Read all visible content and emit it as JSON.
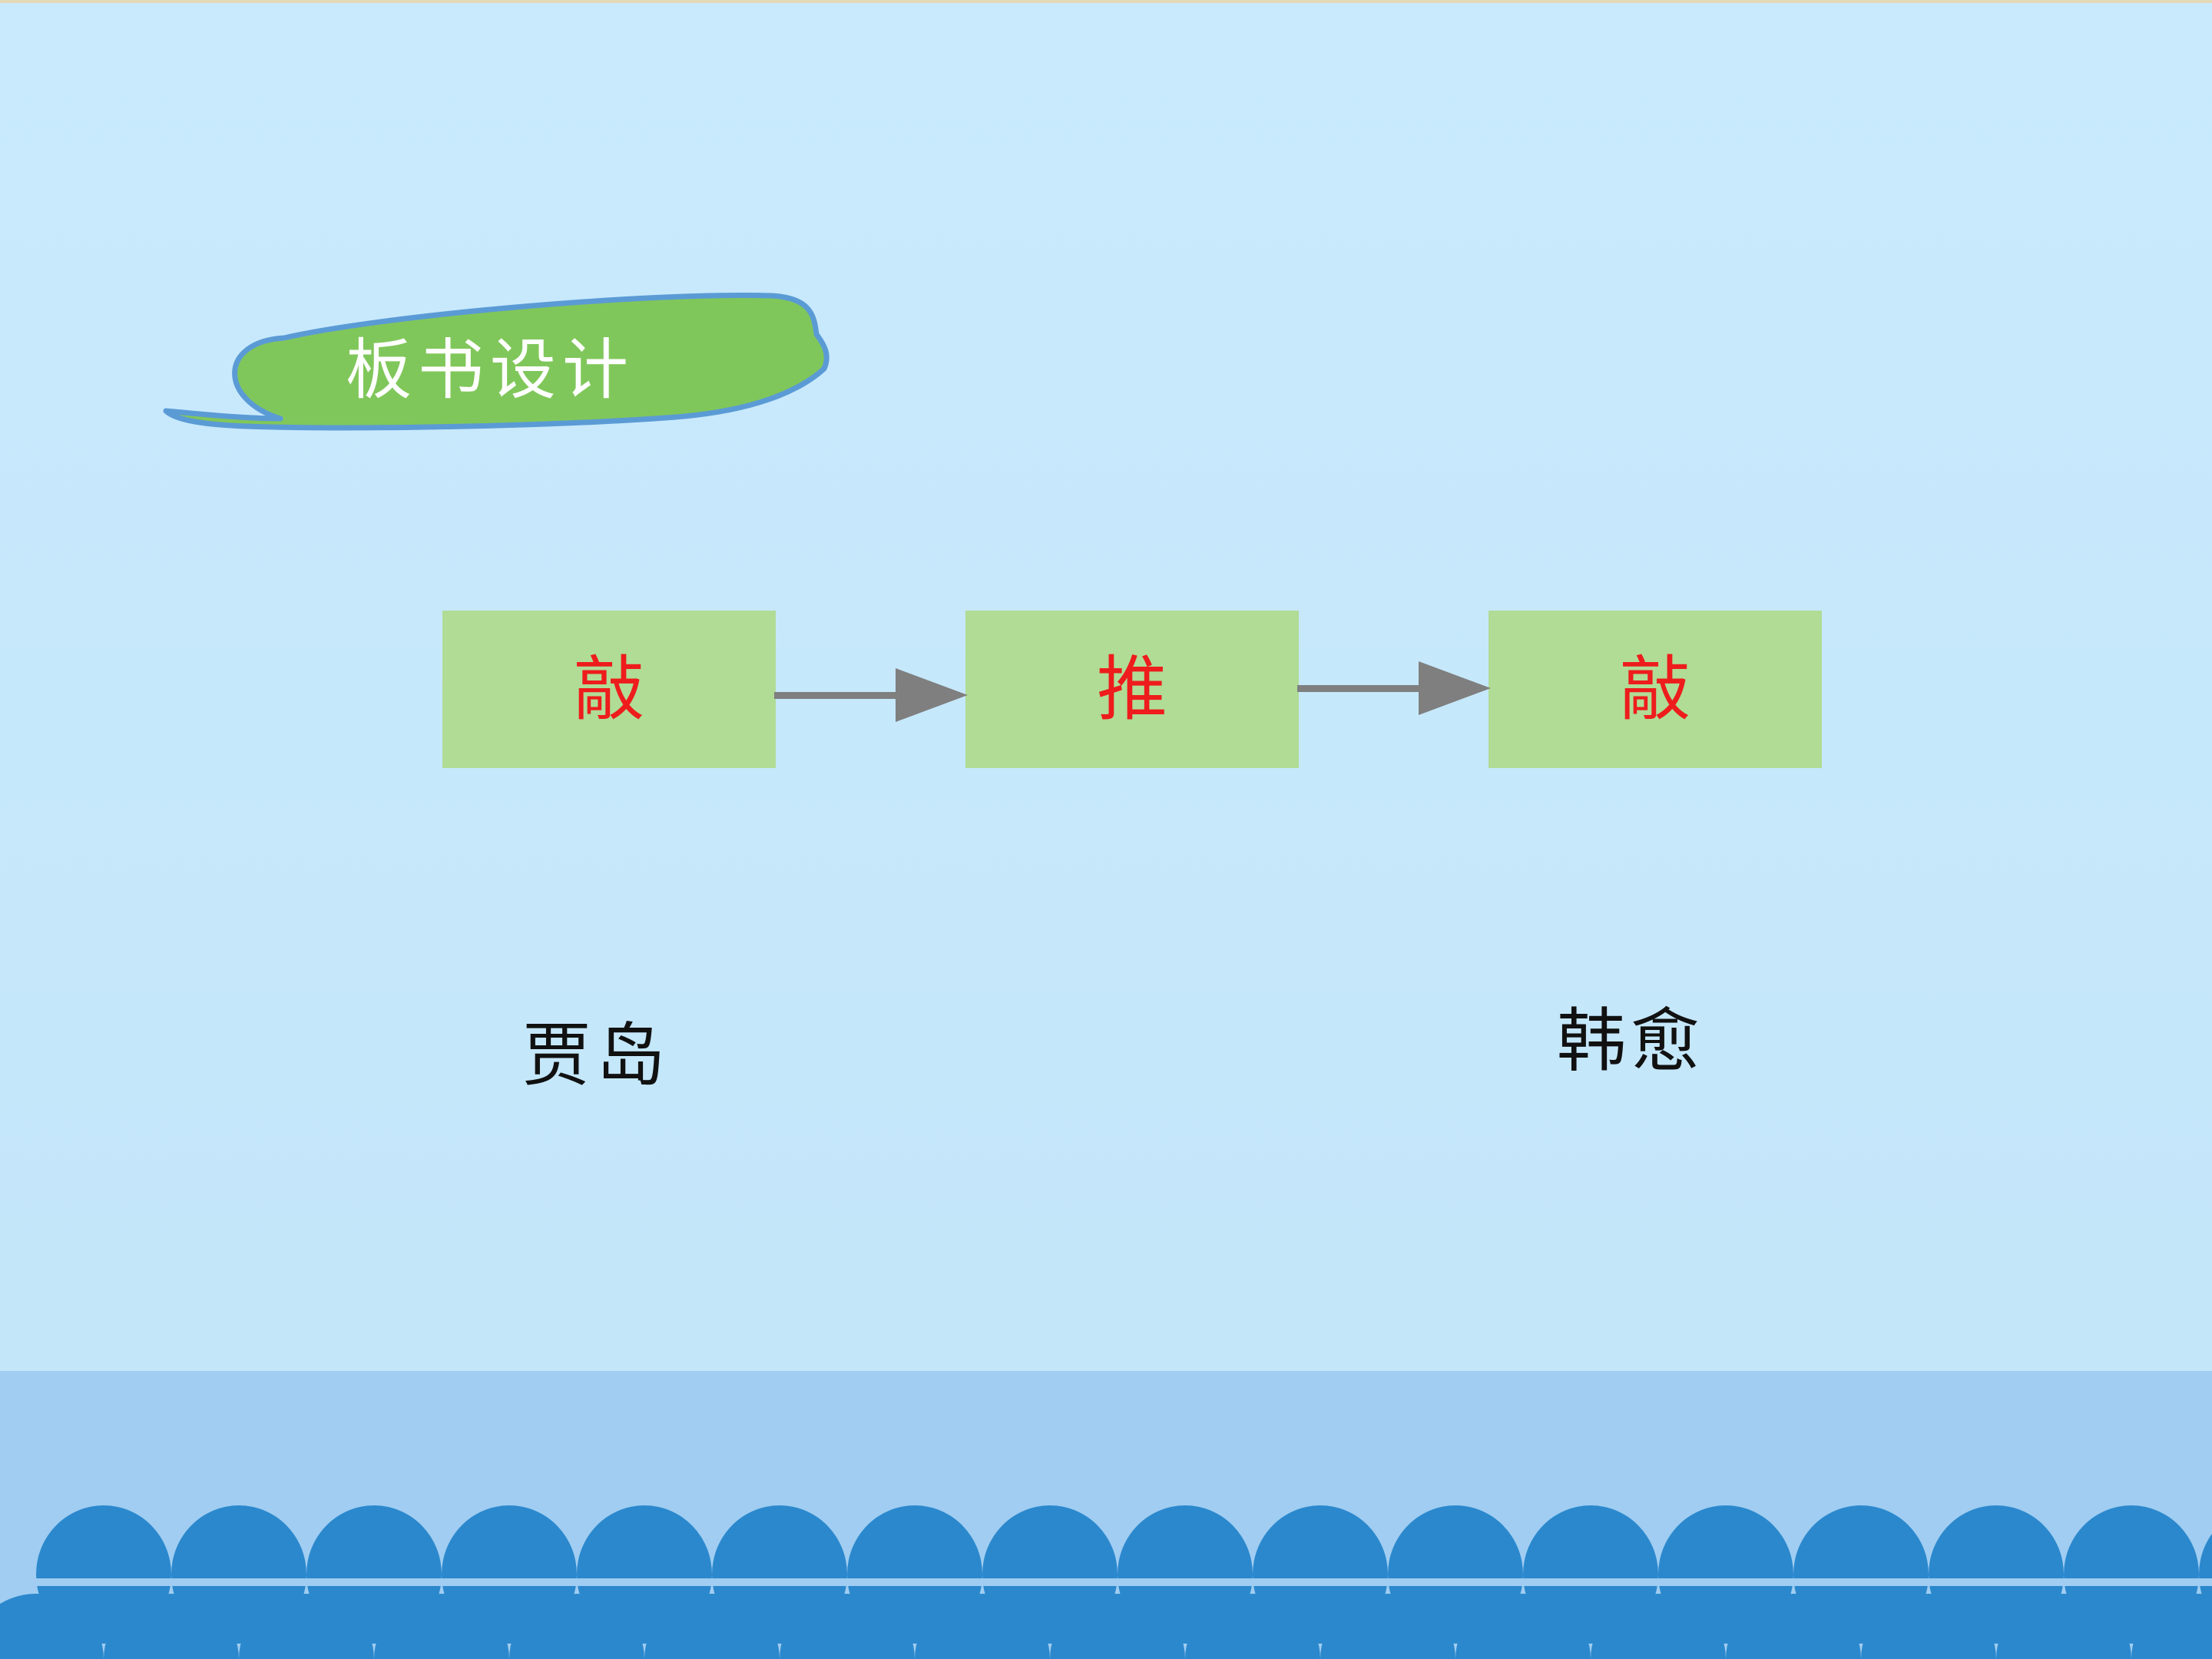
{
  "slide": {
    "title": "板书设计",
    "flow": [
      {
        "char": "敲"
      },
      {
        "char": "推"
      },
      {
        "char": "敲"
      }
    ],
    "names": {
      "left": "贾岛",
      "right": "韩愈"
    }
  },
  "colors": {
    "background": "#c8e9fc",
    "leaf_fill": "#80c75b",
    "leaf_outline": "#5b9bd5",
    "box_fill": "#b0dc96",
    "box_text": "#ee1c1c",
    "arrow": "#7f7f7f",
    "sea": "#a0cdf1",
    "waves": "#2b88cd"
  },
  "icons": {
    "title_shape": "leaf-banner",
    "connector": "arrow-right-icon",
    "decoration": "scallop-waves"
  }
}
